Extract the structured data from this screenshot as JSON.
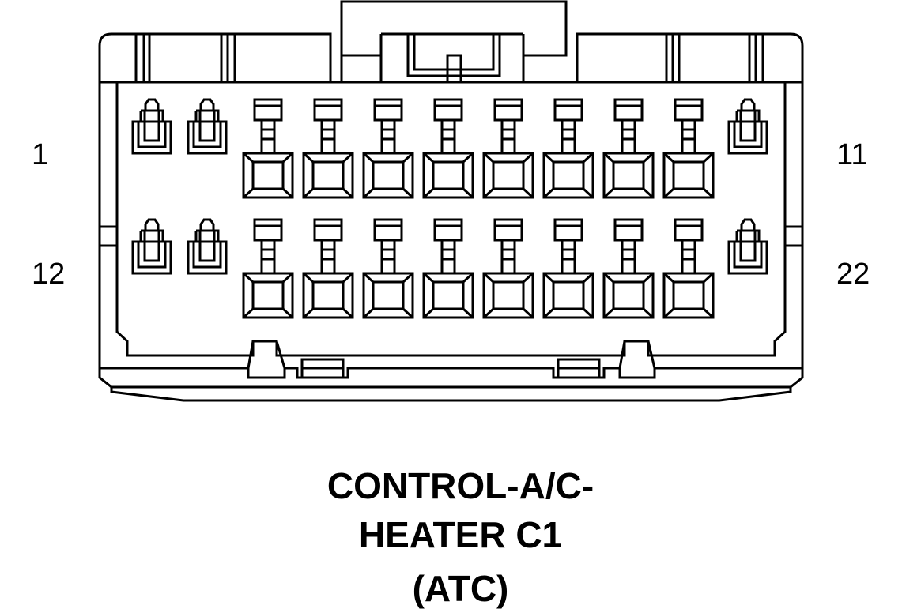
{
  "connector": {
    "pin_labels": {
      "top_left": "1",
      "top_right": "11",
      "bottom_left": "12",
      "bottom_right": "22"
    },
    "pins_per_row": 11,
    "rows": 2,
    "total_pins": 22
  },
  "caption": {
    "line1": "CONTROL-A/C-",
    "line2": "HEATER C1",
    "line3": "(ATC)"
  },
  "colors": {
    "stroke": "#000000",
    "background": "#ffffff"
  }
}
